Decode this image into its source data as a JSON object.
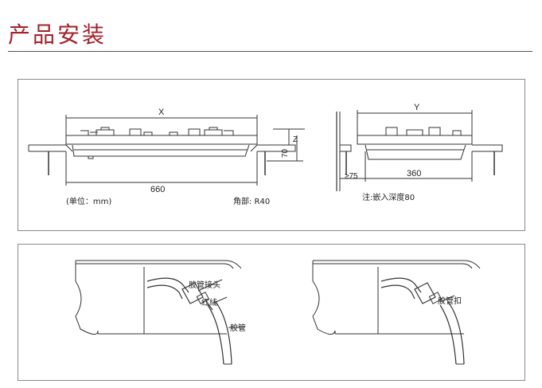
{
  "title": "产品安装",
  "top_panel": {
    "dim_x": "X",
    "dim_z": "Z",
    "dim_70": "70",
    "dim_660": "660",
    "unit_note": "(单位：mm)",
    "corner_note": "角部: R40",
    "dim_y": "Y",
    "dim_75": "≥75",
    "dim_360": "360",
    "depth_note": "注:嵌入深度80"
  },
  "bottom_panel": {
    "left_labels": {
      "hose_connector": "胶管接头",
      "red_line": "红线",
      "hose": "胶管"
    },
    "right_labels": {
      "hose_clamp": "胶管扣"
    }
  },
  "colors": {
    "title": "#a3222b",
    "lines": "#333333"
  }
}
